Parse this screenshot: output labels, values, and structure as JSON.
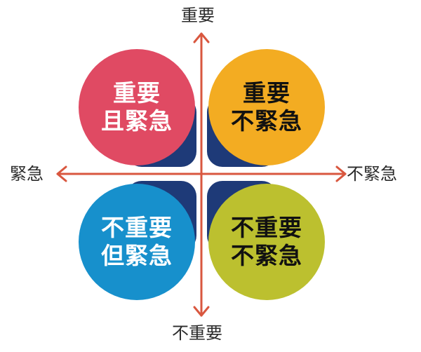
{
  "axes": {
    "top_label": "重要",
    "bottom_label": "不重要",
    "left_label": "緊急",
    "right_label": "不緊急",
    "arrow_color": "#d9573f"
  },
  "quadrants": {
    "top_left": {
      "line1": "重要",
      "line2": "且緊急",
      "fill": "#e04a63",
      "text_color": "#ffffff"
    },
    "top_right": {
      "line1": "重要",
      "line2": "不緊急",
      "fill": "#f3ac22",
      "text_color": "#111111"
    },
    "bottom_left": {
      "line1": "不重要",
      "line2": "但緊急",
      "fill": "#1790cc",
      "text_color": "#ffffff"
    },
    "bottom_right": {
      "line1": "不重要",
      "line2": "不緊急",
      "fill": "#bcc02f",
      "text_color": "#111111"
    }
  },
  "backing_color": "#1e3a78"
}
